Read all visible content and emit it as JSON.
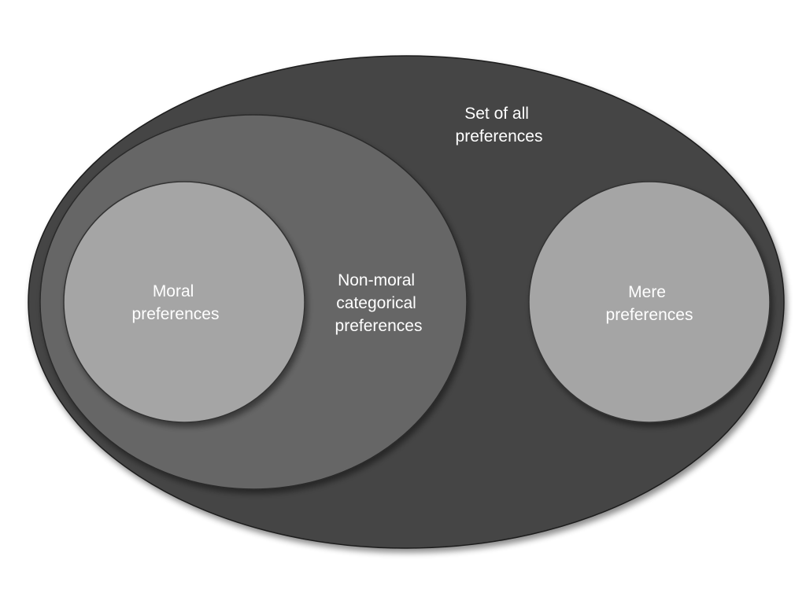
{
  "diagram": {
    "colors": {
      "all_preferences_fill": "#444444",
      "non_moral_categorical_fill": "#666666",
      "moral_fill": "#a5a5a5",
      "mere_fill": "#a5a5a5",
      "label_text": "#ffffff",
      "background": "#ffffff"
    },
    "regions": {
      "all_preferences": {
        "label_lines": [
          "Set of all",
          "preferences"
        ]
      },
      "non_moral_categorical": {
        "label_lines": [
          "Non-moral",
          "categorical",
          "preferences"
        ]
      },
      "moral": {
        "label_lines": [
          "Moral",
          "preferences"
        ]
      },
      "mere": {
        "label_lines": [
          "Mere",
          "preferences"
        ]
      }
    }
  }
}
